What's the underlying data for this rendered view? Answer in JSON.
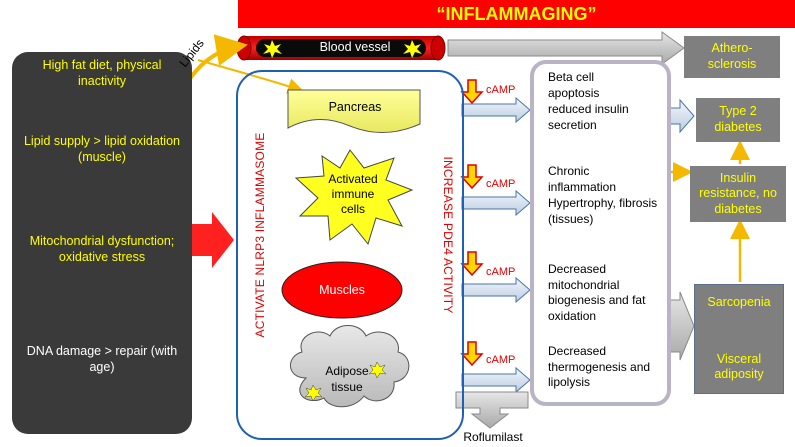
{
  "banner": {
    "title": "“INFLAMMAGING”"
  },
  "left_panel": {
    "step1": "High fat diet, physical inactivity",
    "step2": "Lipid supply > lipid oxidation (muscle)",
    "step3": "Mitochondrial dysfunction; oxidative stress",
    "step4": "DNA damage > repair (with age)"
  },
  "lipids_label": "Lipids",
  "blood_vessel": "Blood vessel",
  "cell_box": {
    "left_vertical": "ACTIVATE NLRP3 INFLAMMASOME",
    "right_vertical": "INCREASE PDE4 ACTIVITY",
    "pancreas": "Pancreas",
    "immune": "Activated immune cells",
    "muscles": "Muscles",
    "adipose": "Adipose tissue"
  },
  "camp_label": "cAMP",
  "effects": {
    "e1": "Beta cell apoptosis",
    "e1b": "reduced insulin secretion",
    "e2": "Chronic inflammation",
    "e2b": "Hypertrophy, fibrosis (tissues)",
    "e3": "Decreased mitochondrial biogenesis and fat oxidation",
    "e4": "Decreased thermogenesis and lipolysis"
  },
  "outcomes": {
    "athero": "Athero-sclerosis",
    "t2d": "Type 2 diabetes",
    "ir": "Insulin resistance, no diabetes",
    "sarcopenia": "Sarcopenia",
    "visceral": "Visceral adiposity"
  },
  "drug": "Roflumilast",
  "colors": {
    "red": "#ff0000",
    "yellow": "#ffff00",
    "gray": "#7f7f7f",
    "blue": "#1f5fb4",
    "dark": "#3a3a3a"
  }
}
